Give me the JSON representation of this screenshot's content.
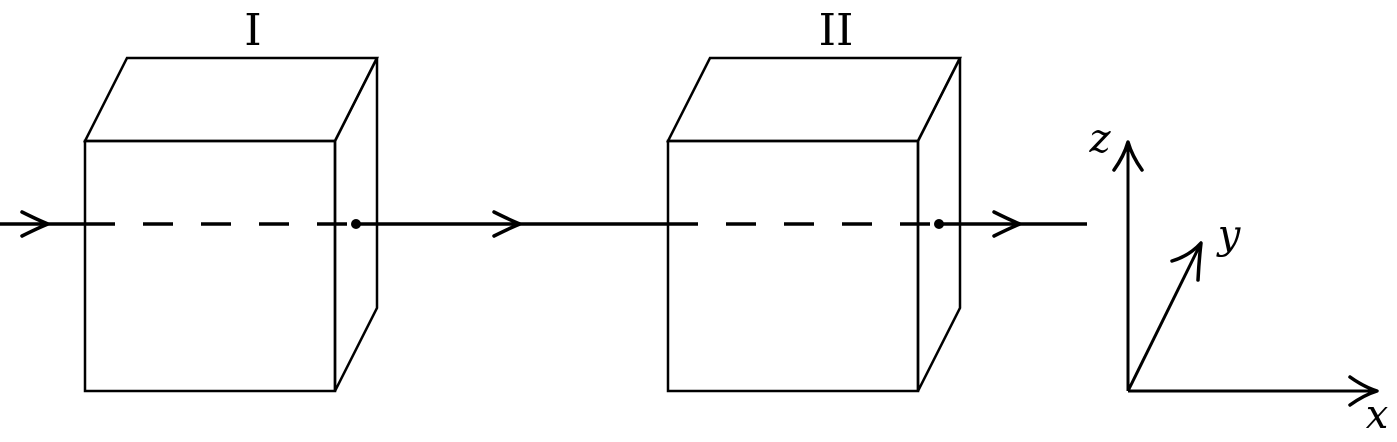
{
  "blocks": [
    {
      "label": "I"
    },
    {
      "label": "II"
    }
  ],
  "axes": {
    "x_label": "x",
    "y_label": "y",
    "z_label": "z"
  }
}
